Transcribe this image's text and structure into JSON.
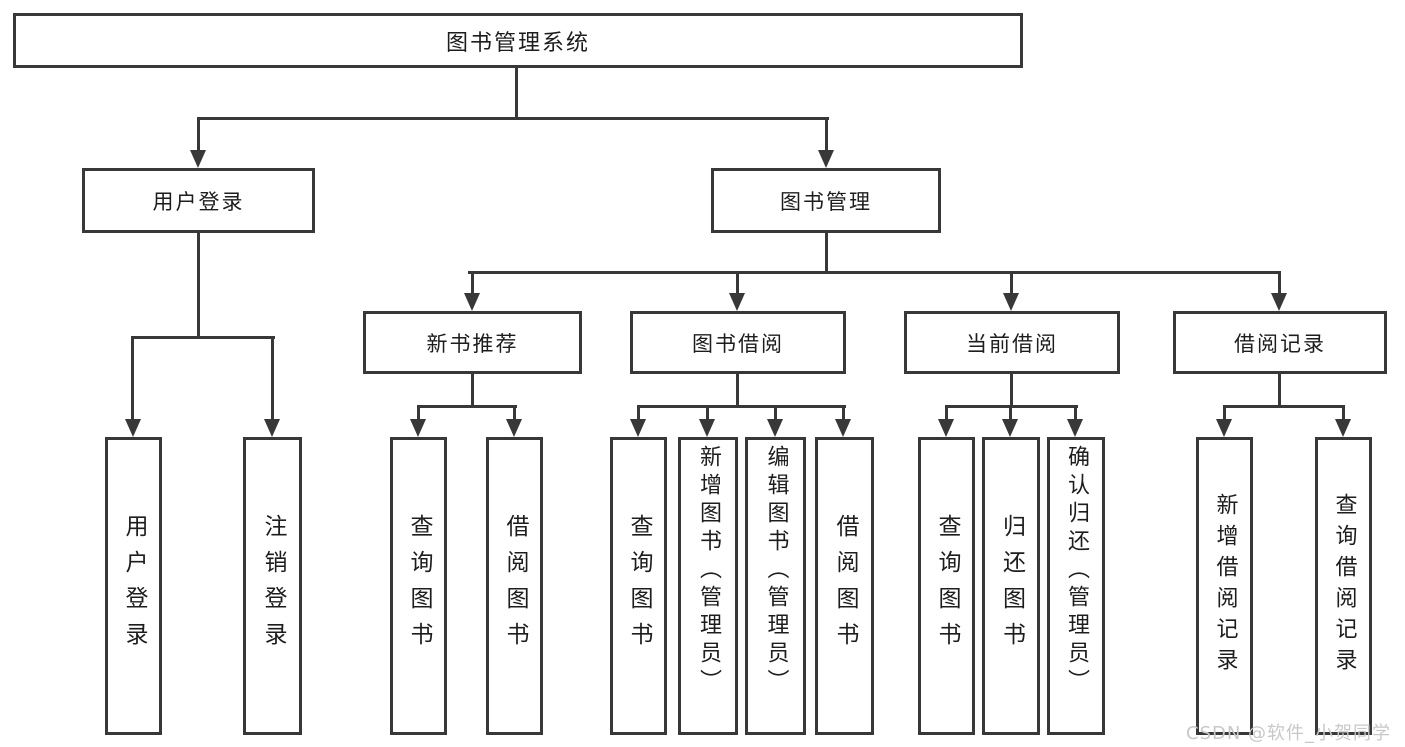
{
  "diagram_type": "hierarchy-structure-chart",
  "colors": {
    "line": "#383838",
    "border": "#383838",
    "text": "#1d1d1f",
    "watermark": "#c8c8c8",
    "background": "#ffffff"
  },
  "tree": {
    "root": {
      "label": "图书管理系统"
    },
    "branches": [
      {
        "label": "用户登录",
        "children": [
          {
            "label": "用户登录"
          },
          {
            "label": "注销登录"
          }
        ]
      },
      {
        "label": "图书管理",
        "sections": [
          {
            "label": "新书推荐",
            "children": [
              {
                "label": "查询图书"
              },
              {
                "label": "借阅图书"
              }
            ]
          },
          {
            "label": "图书借阅",
            "children": [
              {
                "label": "查询图书"
              },
              {
                "label": "新增图书（管理员）"
              },
              {
                "label": "编辑图书（管理员）"
              },
              {
                "label": "借阅图书"
              }
            ]
          },
          {
            "label": "当前借阅",
            "children": [
              {
                "label": "查询图书"
              },
              {
                "label": "归还图书"
              },
              {
                "label": "确认归还（管理员）"
              }
            ]
          },
          {
            "label": "借阅记录",
            "children": [
              {
                "label": "新增借阅记录"
              },
              {
                "label": "查询借阅记录"
              }
            ]
          }
        ]
      }
    ]
  },
  "watermark": "CSDN @软件_小贺同学"
}
